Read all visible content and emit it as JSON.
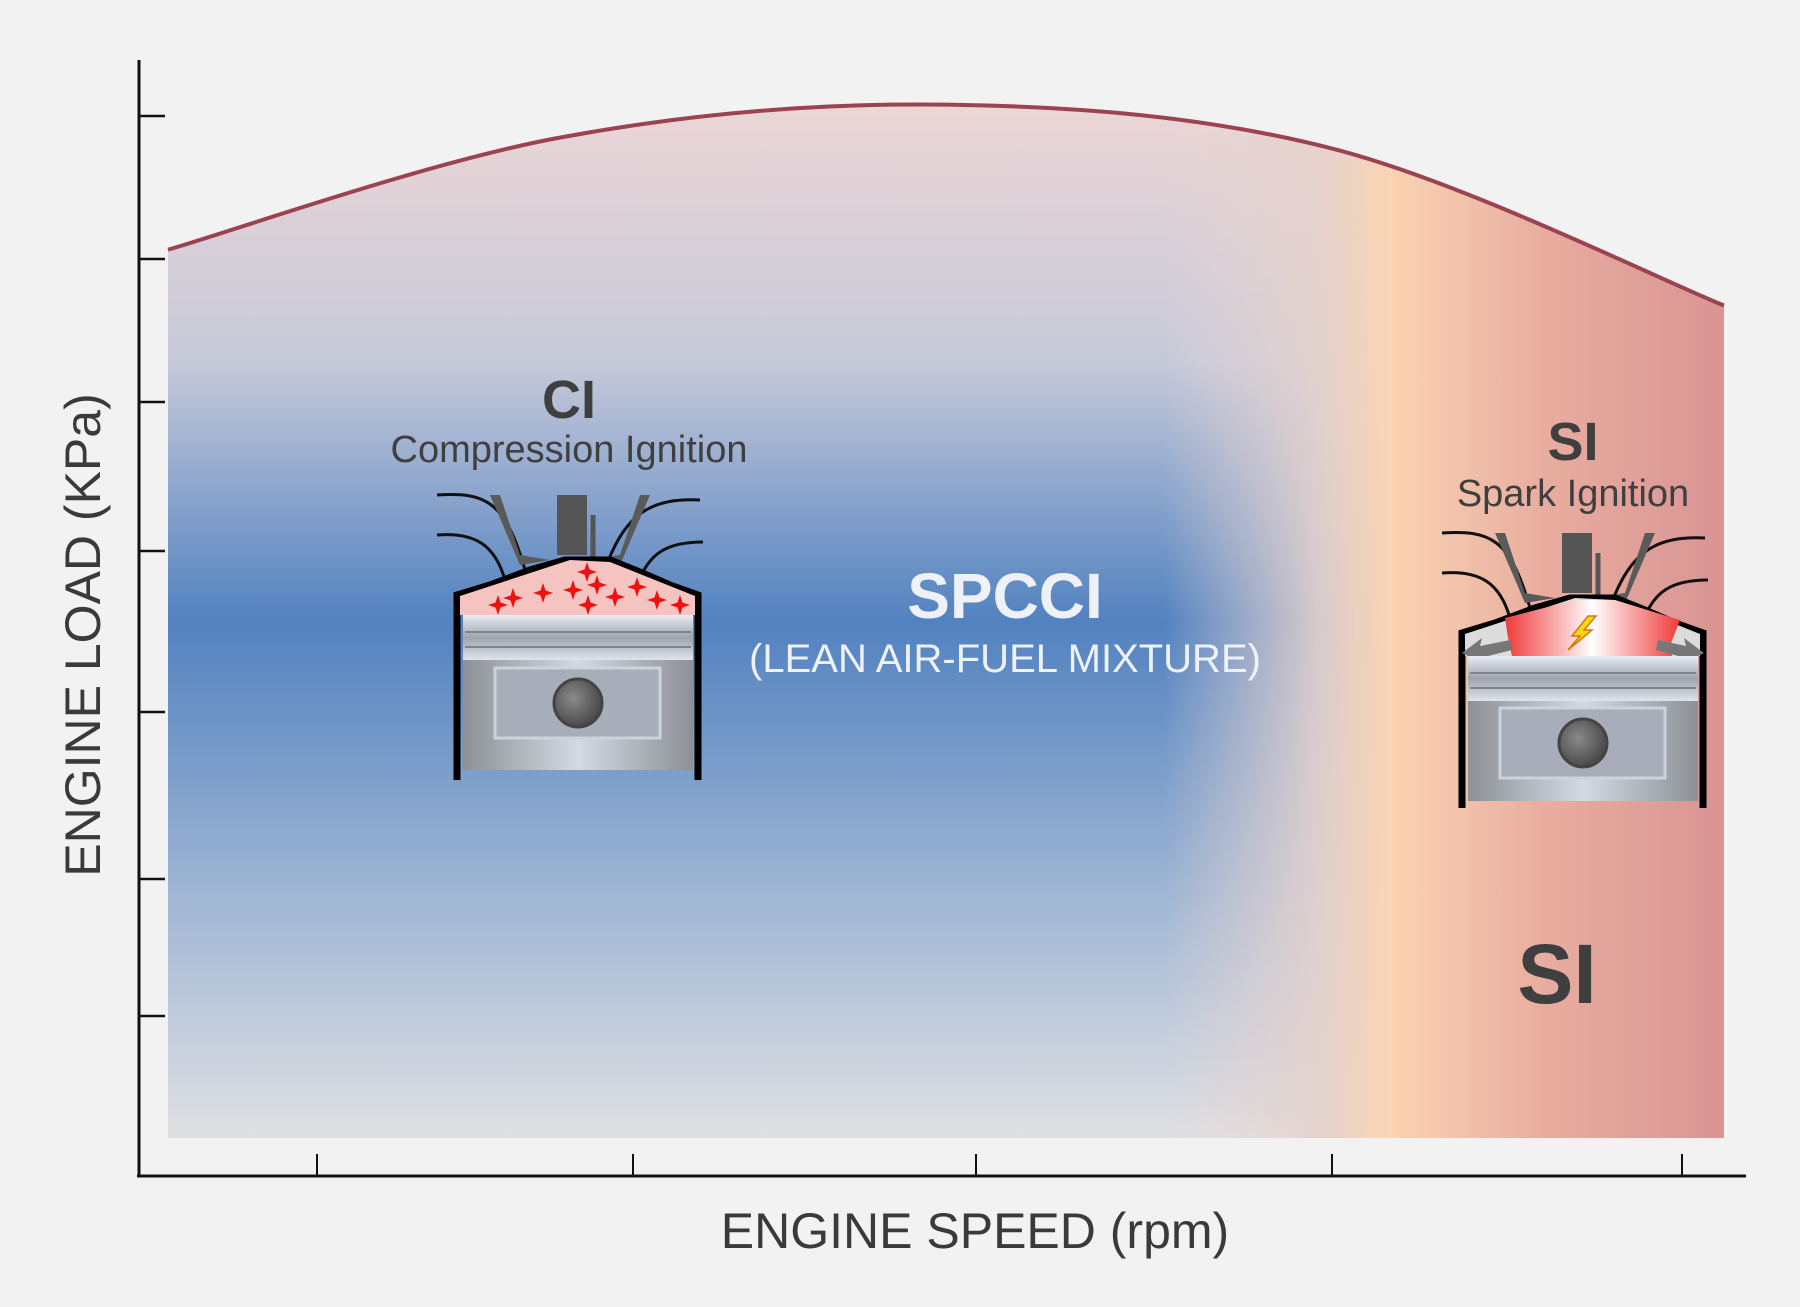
{
  "chart_data": {
    "type": "area",
    "title": "",
    "xlabel": "ENGINE SPEED (rpm)",
    "ylabel": "ENGINE LOAD (KPa)",
    "x_ticks": 5,
    "y_ticks": 7,
    "tick_labels_shown": false,
    "grid": false,
    "max_load_curve": {
      "description": "upper boundary of operating range, relative units (0 = bottom, 1 = top of axis)",
      "x": [
        0.0,
        0.25,
        0.5,
        0.75,
        1.0
      ],
      "y": [
        0.83,
        0.93,
        0.96,
        0.92,
        0.78
      ]
    },
    "regions": [
      {
        "id": "spcci",
        "label": "SPCCI",
        "sublabel": "(LEAN AIR-FUEL MIXTURE)",
        "x_range": [
          0.0,
          0.78
        ],
        "color": "#4f7fbf"
      },
      {
        "id": "si",
        "label": "SI",
        "x_range": [
          0.78,
          1.0
        ],
        "color": "#f9d3b4"
      }
    ]
  },
  "annotations": {
    "ci": {
      "title": "CI",
      "subtitle": "Compression Ignition"
    },
    "si_top": {
      "title": "SI",
      "subtitle": "Spark Ignition"
    },
    "spcci": {
      "title": "SPCCI",
      "subtitle": "(LEAN AIR-FUEL MIXTURE)"
    },
    "si_region": {
      "title": "SI"
    }
  },
  "colors": {
    "curve": "#9b4350",
    "axis": "#111111",
    "blue": "#4f7fbf",
    "peach": "#f9d3b4",
    "rose": "#d99494",
    "text": "#3f3f3f"
  }
}
